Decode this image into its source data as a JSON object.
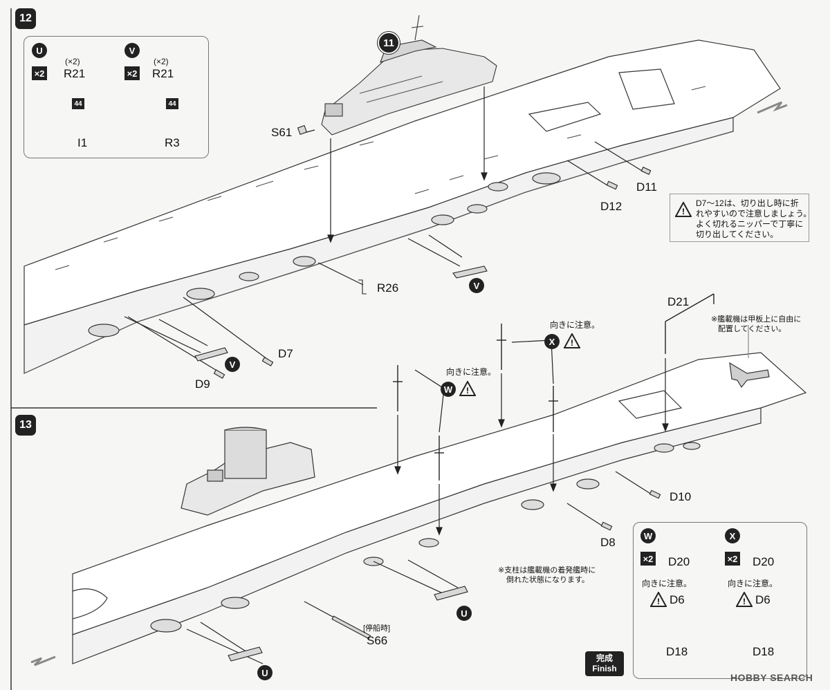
{
  "steps": {
    "step12": "12",
    "step13": "13",
    "step11": "11"
  },
  "inset_uv": {
    "u": {
      "badge": "U",
      "qty": "×2",
      "times": "(×2)",
      "part": "R21",
      "deck_part": "44",
      "boat_part": "I1"
    },
    "v": {
      "badge": "V",
      "qty": "×2",
      "times": "(×2)",
      "part": "R21",
      "deck_part": "44",
      "boat_part": "R3"
    }
  },
  "parts_step12": {
    "s61": "S61",
    "r26": "R26",
    "d7": "D7",
    "d9": "D9",
    "d11": "D11",
    "d12": "D12",
    "v_badge": "V",
    "v_badge2": "V"
  },
  "caution_note": {
    "line1": "D7～12は、切り出し時に折",
    "line2": "れやすいので注意しましょう。",
    "line3": "よく切れるニッパーで丁寧に",
    "line4": "切り出してください。"
  },
  "parts_step13": {
    "d21": "D21",
    "d10": "D10",
    "d8": "D8",
    "s66": "S66",
    "s66_note": "[停船時]",
    "w_badge": "W",
    "x_badge": "X",
    "u_badge": "U",
    "u_badge2": "U"
  },
  "notes_step13": {
    "orient_w": "向きに注意。",
    "orient_x": "向きに注意。",
    "aircraft_line1": "※艦載機は甲板上に自由に",
    "aircraft_line2": "配置してください。",
    "strut_line1": "※支柱は艦載機の着発艦時に",
    "strut_line2": "倒れた状態になります。"
  },
  "inset_wx": {
    "w": {
      "badge": "W",
      "qty": "×2",
      "top": "D20",
      "orient": "向きに注意。",
      "mid": "D6",
      "bottom": "D18"
    },
    "x": {
      "badge": "X",
      "qty": "×2",
      "top": "D20",
      "orient": "向きに注意。",
      "mid": "D6",
      "bottom": "D18"
    }
  },
  "finish": {
    "jp": "完成",
    "en": "Finish"
  },
  "watermark": "HOBBY SEARCH"
}
